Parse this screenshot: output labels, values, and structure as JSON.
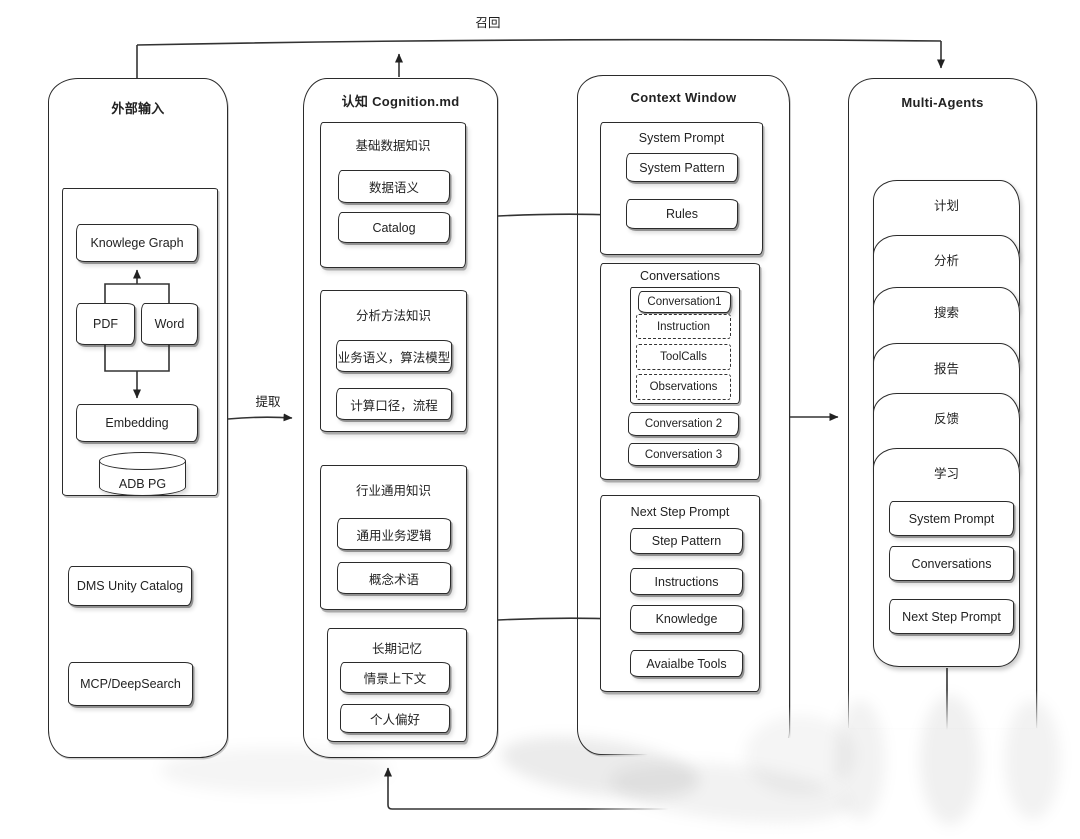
{
  "canvas": {
    "background": "#ffffff",
    "ink": "#2b2b2b"
  },
  "edges": {
    "recall_label": "召回",
    "extract_label": "提取"
  },
  "external": {
    "title": "外部输入",
    "knowledge_graph": "Knowlege Graph",
    "pdf": "PDF",
    "word": "Word",
    "embedding": "Embedding",
    "adb_pg": "ADB PG",
    "dms_unity_catalog": "DMS Unity Catalog",
    "mcp_deepsearch": "MCP/DeepSearch"
  },
  "cognition": {
    "title": "认知 Cognition.md",
    "groups": [
      {
        "title": "基础数据知识",
        "items": [
          "数据语义",
          "Catalog"
        ]
      },
      {
        "title": "分析方法知识",
        "items": [
          "业务语义，算法模型",
          "计算口径，流程"
        ]
      },
      {
        "title": "行业通用知识",
        "items": [
          "通用业务逻辑",
          "概念术语"
        ]
      },
      {
        "title": "长期记忆",
        "items": [
          "情景上下文",
          "个人偏好"
        ]
      }
    ]
  },
  "context_window": {
    "title": "Context Window",
    "system_prompt": {
      "title": "System Prompt",
      "items": [
        "System Pattern",
        "Rules"
      ]
    },
    "conversations": {
      "title": "Conversations",
      "conversation1": "Conversation1",
      "steps": [
        "Instruction",
        "ToolCalls",
        "Observations"
      ],
      "others": [
        "Conversation 2",
        "Conversation 3"
      ]
    },
    "next_step_prompt": {
      "title": "Next Step Prompt",
      "items": [
        "Step Pattern",
        "Instructions",
        "Knowledge",
        "Avaialbe Tools"
      ]
    }
  },
  "multi_agents": {
    "title": "Multi-Agents",
    "agents": [
      "计划",
      "分析",
      "搜索",
      "报告",
      "反馈",
      "学习"
    ],
    "learning_items": [
      "System Prompt",
      "Conversations",
      "Next Step Prompt"
    ]
  }
}
